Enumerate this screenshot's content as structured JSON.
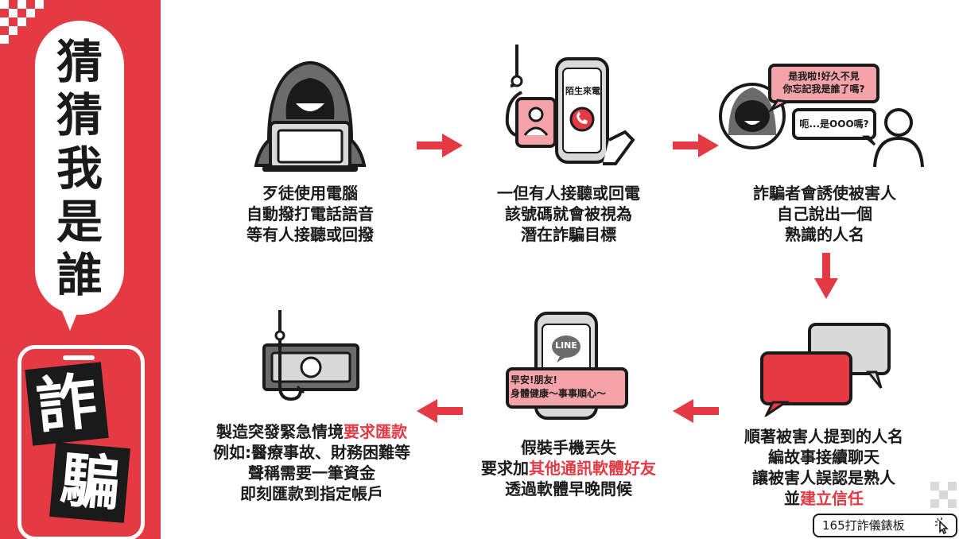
{
  "title": {
    "chars": [
      "猜",
      "猜",
      "我",
      "是",
      "誰"
    ],
    "scam_chars": [
      "詐",
      "騙"
    ]
  },
  "steps": [
    {
      "lines": [
        "歹徒使用電腦",
        "自動撥打電話語音",
        "等有人接聽或回撥"
      ]
    },
    {
      "lines": [
        "一但有人接聽或回電",
        "該號碼就會被視為",
        "潛在詐騙目標"
      ],
      "phone_label": "陌生來電"
    },
    {
      "lines": [
        "詐騙者會誘使被害人",
        "自己說出一個",
        "熟識的人名"
      ],
      "bubble_scammer": "是我啦!好久不見\n你忘記我是誰了嗎?",
      "bubble_victim": "呃...是OOO嗎?"
    },
    {
      "lines": [
        "順著被害人提到的人名",
        "編故事接續聊天",
        "讓被害人誤認是熟人"
      ],
      "last_prefix": "並",
      "last_highlight": "建立信任"
    },
    {
      "line1": "假裝手機丟失",
      "line2_prefix": "要求加",
      "line2_highlight": "其他通訊軟體好友",
      "line3": "透過軟體早晚問候",
      "app_label": "LINE",
      "message": "早安!朋友!\n身體健康～事事順心～"
    },
    {
      "line1_prefix": "製造突發緊急情境",
      "line1_highlight": "要求匯款",
      "line2": "例如:醫療事故、財務困難等",
      "line3": "聲稱需要一筆資金",
      "line4": "即刻匯款到指定帳戶"
    }
  ],
  "footer": {
    "label": "165打詐儀錶板"
  },
  "colors": {
    "accent": "#e33a44",
    "dark": "#1a1a1a",
    "gray": "#6b6b6b",
    "light_gray": "#d9d9d9",
    "pink": "#f4a3a8"
  }
}
